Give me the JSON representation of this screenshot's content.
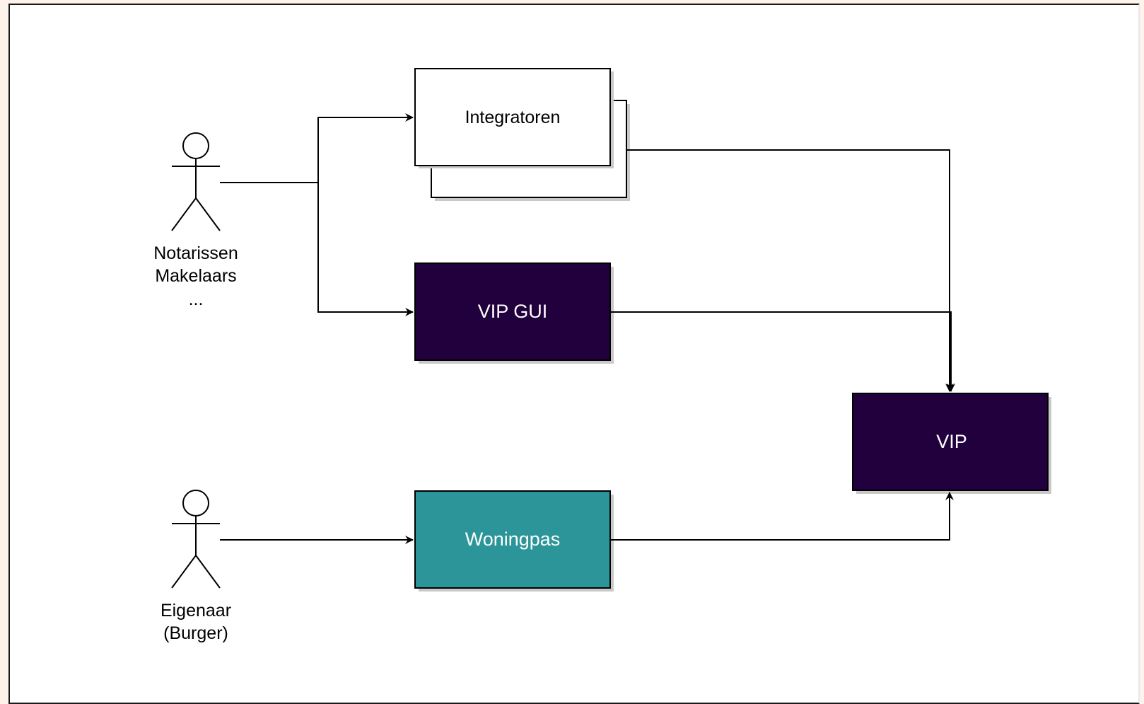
{
  "diagram": {
    "actors": [
      {
        "id": "notarissen",
        "lines": [
          "Notarissen",
          "Makelaars",
          "..."
        ]
      },
      {
        "id": "eigenaar",
        "lines": [
          "Eigenaar",
          "(Burger)"
        ]
      }
    ],
    "boxes": {
      "integratoren": {
        "label": "Integratoren",
        "fill": "#ffffff",
        "text_color": "#000000"
      },
      "vip_gui": {
        "label": "VIP GUI",
        "fill": "#21003d",
        "text_color": "#ffffff"
      },
      "woningpas": {
        "label": "Woningpas",
        "fill": "#2b959a",
        "text_color": "#ffffff"
      },
      "vip": {
        "label": "VIP",
        "fill": "#21003d",
        "text_color": "#ffffff"
      }
    },
    "connections": [
      {
        "from": "notarissen",
        "to": "integratoren"
      },
      {
        "from": "notarissen",
        "to": "vip_gui"
      },
      {
        "from": "eigenaar",
        "to": "woningpas"
      },
      {
        "from": "integratoren",
        "to": "vip"
      },
      {
        "from": "vip_gui",
        "to": "vip"
      },
      {
        "from": "woningpas",
        "to": "vip"
      }
    ]
  }
}
